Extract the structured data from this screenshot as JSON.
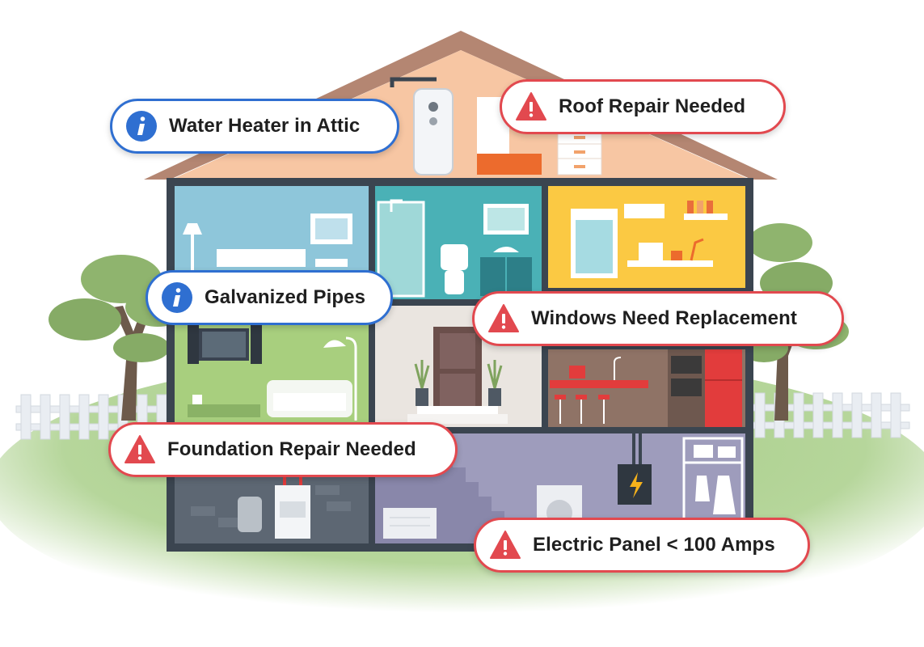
{
  "callouts": [
    {
      "id": "water-heater",
      "label": "Water Heater in Attic",
      "kind": "info",
      "icon": "info-icon"
    },
    {
      "id": "roof-repair",
      "label": "Roof Repair Needed",
      "kind": "warning",
      "icon": "warning-icon"
    },
    {
      "id": "galvanized-pipes",
      "label": "Galvanized Pipes",
      "kind": "info",
      "icon": "info-icon"
    },
    {
      "id": "windows",
      "label": "Windows Need Replacement",
      "kind": "warning",
      "icon": "warning-icon"
    },
    {
      "id": "foundation",
      "label": "Foundation Repair Needed",
      "kind": "warning",
      "icon": "warning-icon"
    },
    {
      "id": "electric-panel",
      "label": "Electric Panel < 100 Amps",
      "kind": "warning",
      "icon": "warning-icon"
    }
  ],
  "colors": {
    "info": "#2f6fd1",
    "warning": "#e2494f",
    "house_frame": "#3b4550",
    "roof": "#c49680",
    "attic": "#f7c6a3",
    "lawn": "#a9cd8a"
  }
}
